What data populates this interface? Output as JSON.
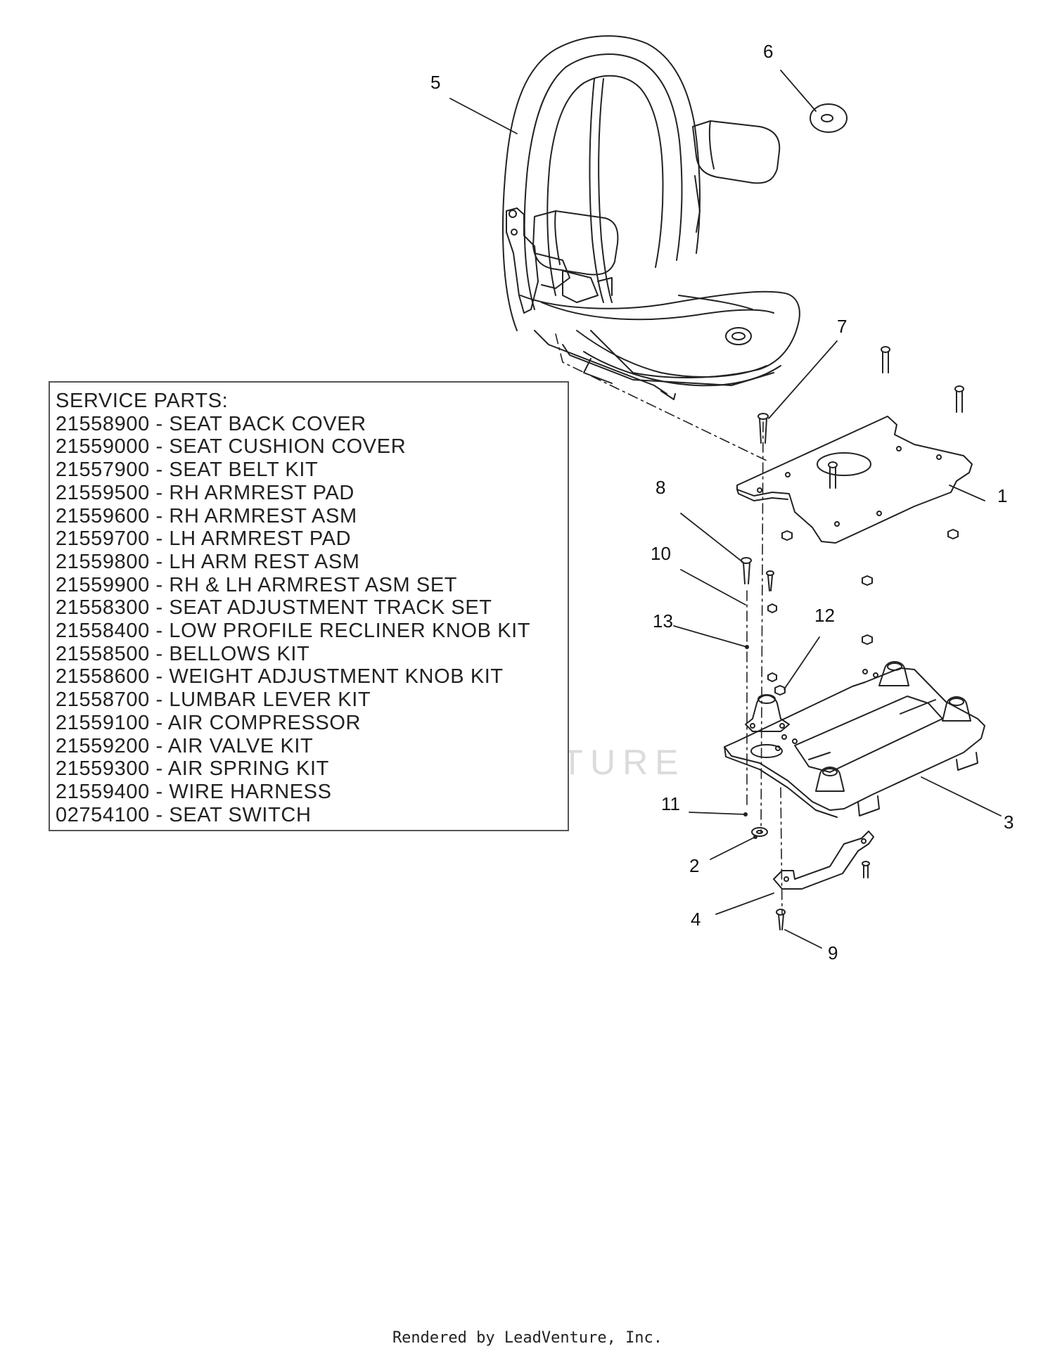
{
  "service_parts": {
    "heading": "SERVICE PARTS:",
    "items": [
      "21558900 - SEAT BACK COVER",
      "21559000 - SEAT CUSHION COVER",
      "21557900 - SEAT BELT KIT",
      "21559500 - RH ARMREST PAD",
      "21559600 - RH ARMREST ASM",
      "21559700 - LH ARMREST PAD",
      "21559800 - LH ARM REST ASM",
      "21559900 - RH & LH ARMREST ASM SET",
      "21558300 - SEAT ADJUSTMENT TRACK SET",
      "21558400 - LOW PROFILE RECLINER KNOB KIT",
      "21558500 - BELLOWS KIT",
      "21558600 - WEIGHT ADJUSTMENT KNOB KIT",
      "21558700 - LUMBAR LEVER KIT",
      "21559100 - AIR COMPRESSOR",
      "21559200 - AIR VALVE KIT",
      "21559300 - AIR SPRING KIT",
      "21559400 - WIRE HARNESS",
      "02754100 - SEAT SWITCH"
    ]
  },
  "callouts": {
    "c1": "1",
    "c2": "2",
    "c3": "3",
    "c4": "4",
    "c5": "5",
    "c6": "6",
    "c7": "7",
    "c8": "8",
    "c9": "9",
    "c10": "10",
    "c11": "11",
    "c12": "12",
    "c13": "13"
  },
  "watermark": "LEADVENTURE",
  "footer": "Rendered by LeadVenture, Inc."
}
